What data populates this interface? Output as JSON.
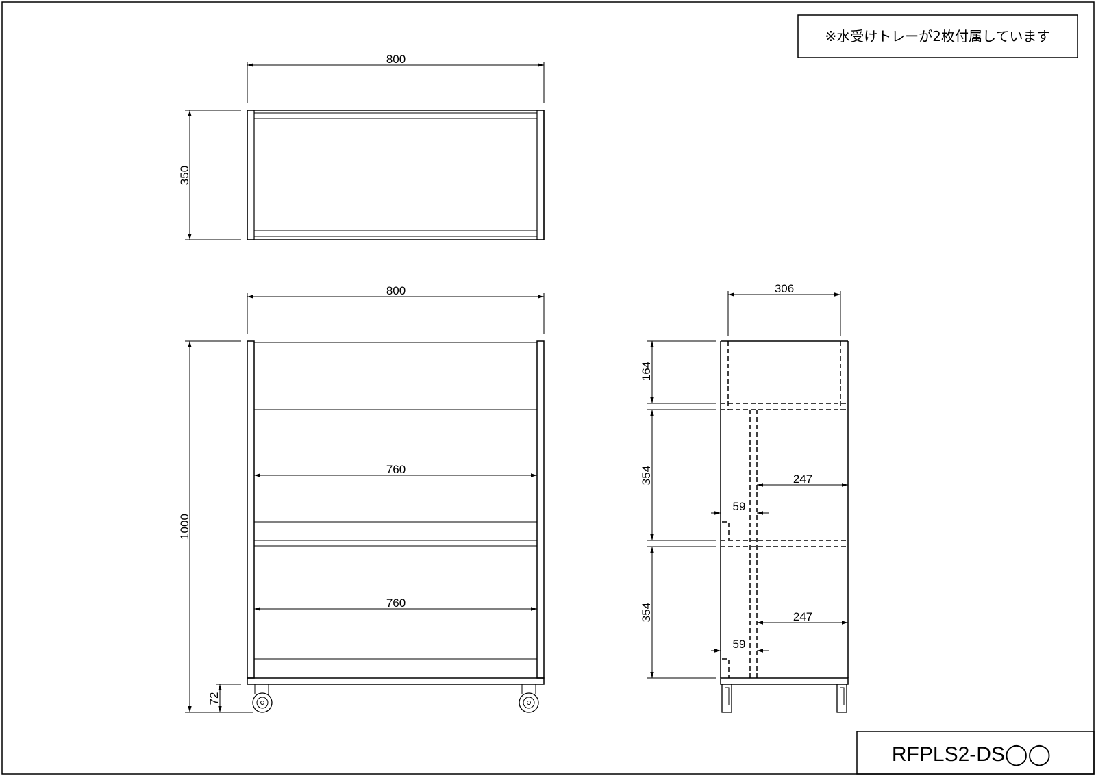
{
  "note": "※水受けトレーが2枚付属しています",
  "title_block": {
    "model": "RFPLS2-DS◯◯"
  },
  "top_view": {
    "width_dim": "800",
    "depth_dim": "350"
  },
  "front_view": {
    "width_dim": "800",
    "height_dim": "1000",
    "caster_dim": "72",
    "shelf_upper_dim": "760",
    "shelf_lower_dim": "760"
  },
  "side_view": {
    "width_dim": "306",
    "top_section_dim": "164",
    "mid_section_dim": "354",
    "low_section_dim": "354",
    "shelf_upper_depth_dim": "247",
    "shelf_lower_depth_dim": "247",
    "offset_upper_dim": "59",
    "offset_lower_dim": "59"
  }
}
